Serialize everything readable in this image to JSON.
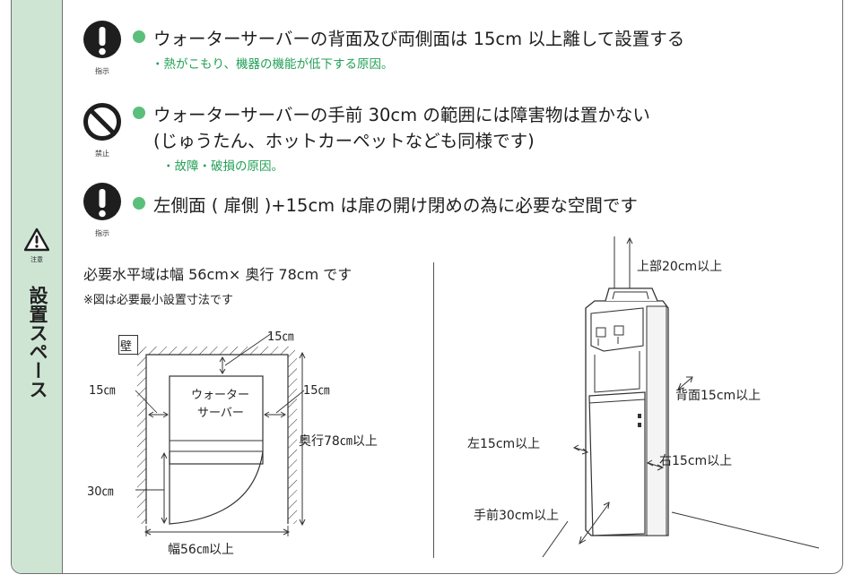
{
  "sidebar": {
    "title": "設置スペース",
    "warning_caption": "注意"
  },
  "items": [
    {
      "mark": "指示",
      "text": "ウォーターサーバーの背面及び両側面は 15cm 以上離して設置する",
      "sub": "・熱がこもり、機器の機能が低下する原因。"
    },
    {
      "mark": "禁止",
      "text": "ウォーターサーバーの手前 30cm の範囲には障害物は置かない",
      "text2": "(じゅうたん、ホットカーペットなども同様です)",
      "sub": "・故障・破損の原因。"
    },
    {
      "mark": "指示",
      "text": "左側面 ( 扉側 )+15cm は扉の開け閉めの為に必要な空間です"
    }
  ],
  "left_diagram": {
    "heading": "必要水平域は幅 56cm× 奥行 78cm です",
    "note": "※図は必要最小設置寸法です",
    "wall": "壁",
    "dim_back": "15㎝",
    "dim_left": "15㎝",
    "dim_right": "15㎝",
    "dim_front": "30㎝",
    "unit_line1": "ウォーター",
    "unit_line2": "サーバー",
    "depth": "奥行78㎝以上",
    "width": "幅56㎝以上"
  },
  "right_diagram": {
    "top": "上部20cm以上",
    "back": "背面15cm以上",
    "left": "左15cm以上",
    "right": "右15cm以上",
    "front": "手前30cm以上"
  }
}
